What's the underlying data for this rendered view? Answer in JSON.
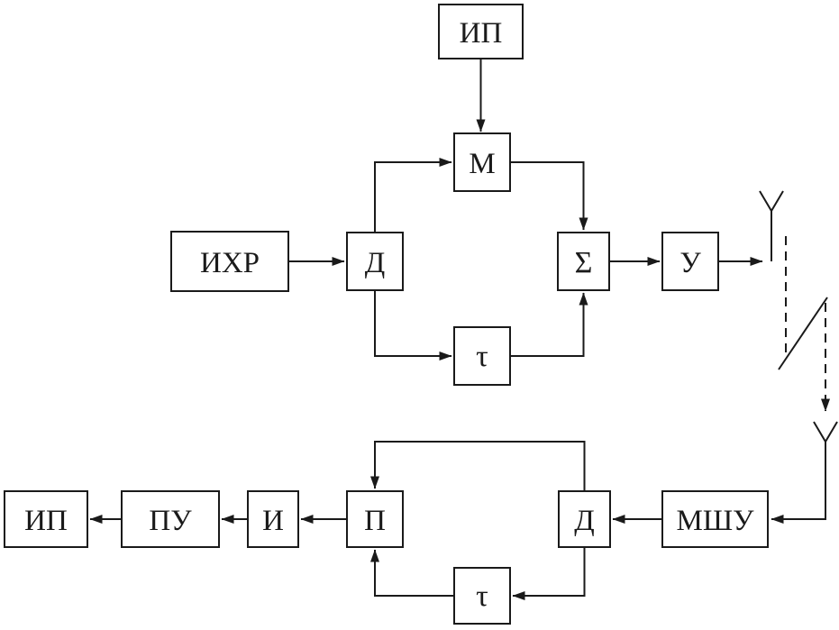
{
  "diagram": {
    "transmitter": {
      "ip": "ИП",
      "m": "М",
      "ihr": "ИХР",
      "d": "Д",
      "sigma": "Σ",
      "tau": "τ",
      "u": "У"
    },
    "receiver": {
      "mshu": "МШУ",
      "d": "Д",
      "p": "П",
      "tau": "τ",
      "i": "И",
      "pu": "ПУ",
      "ip": "ИП"
    },
    "colors": {
      "line": "#1a1a1a",
      "background": "#ffffff"
    }
  }
}
